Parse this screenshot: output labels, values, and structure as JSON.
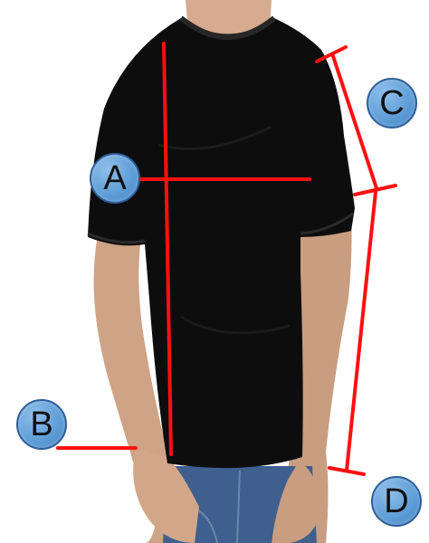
{
  "colors": {
    "measure_line": "#ff1010",
    "marker_fill": "#5b9bd5",
    "shirt": "#0d0d0d",
    "skin": "#d3a78a",
    "jeans": "#3f5f8f"
  },
  "markers": {
    "a": "A",
    "b": "B",
    "c": "C",
    "d": "D"
  }
}
